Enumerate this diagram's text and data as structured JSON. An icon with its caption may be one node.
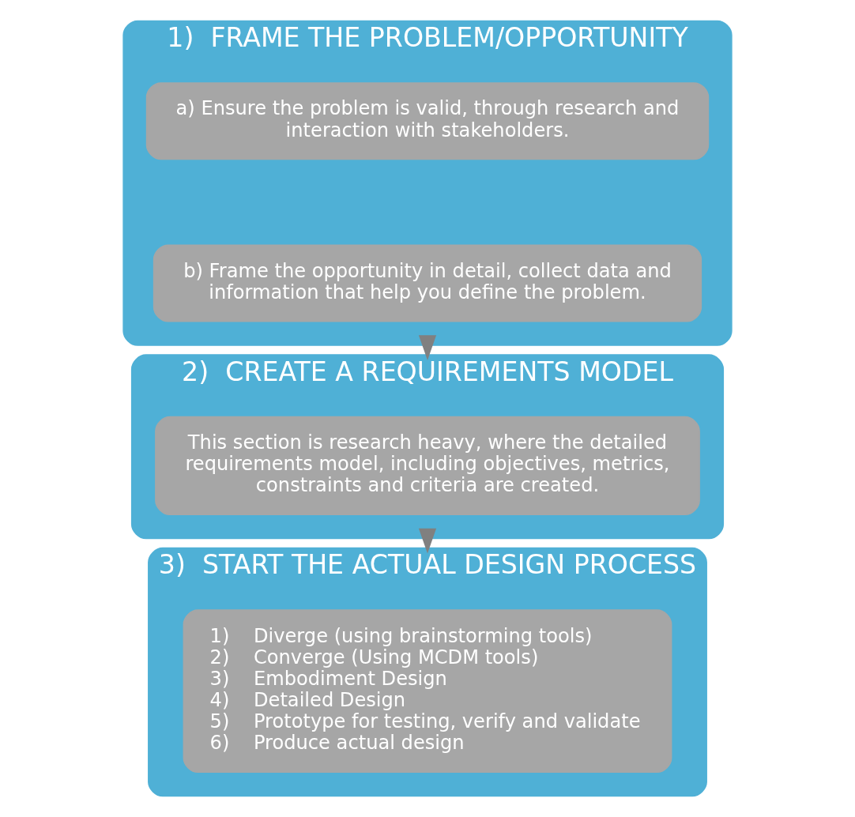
{
  "diagram": {
    "nodes": [
      {
        "text": [
          "1)  FRAME THE PROBLEM/OPPORTUNITY"
        ]
      },
      {
        "text": [
          "a) Ensure the problem is valid, through research and interaction with stakeholders."
        ],
        "in": 0
      },
      {
        "text": [
          "b) Frame the opportunity in detail, collect data and information that help you define the problem."
        ],
        "in": 0
      },
      {
        "text": [
          "2)  CREATE A REQUIREMENTS MODEL"
        ]
      },
      {
        "text": [
          "This section is research heavy, where the detailed requirements model, including objectives, metrics, constraints and criteria are created."
        ],
        "in": 3
      },
      {
        "text": [
          "3)  START THE ACTUAL DESIGN PROCESS"
        ]
      },
      {
        "text": [
          "1)    Diverge (using brainstorming tools)",
          "2)    Converge (Using MCDM tools)",
          "3)    Embodiment Design",
          "4)    Detailed Design",
          "5)    Prototype for testing, verify and validate",
          "6)    Produce actual design"
        ],
        "in": 5
      }
    ],
    "edges": [
      {
        "from": 0,
        "to": 3,
        "arrow": "to"
      },
      {
        "from": 3,
        "to": 5,
        "arrow": "to"
      }
    ]
  }
}
